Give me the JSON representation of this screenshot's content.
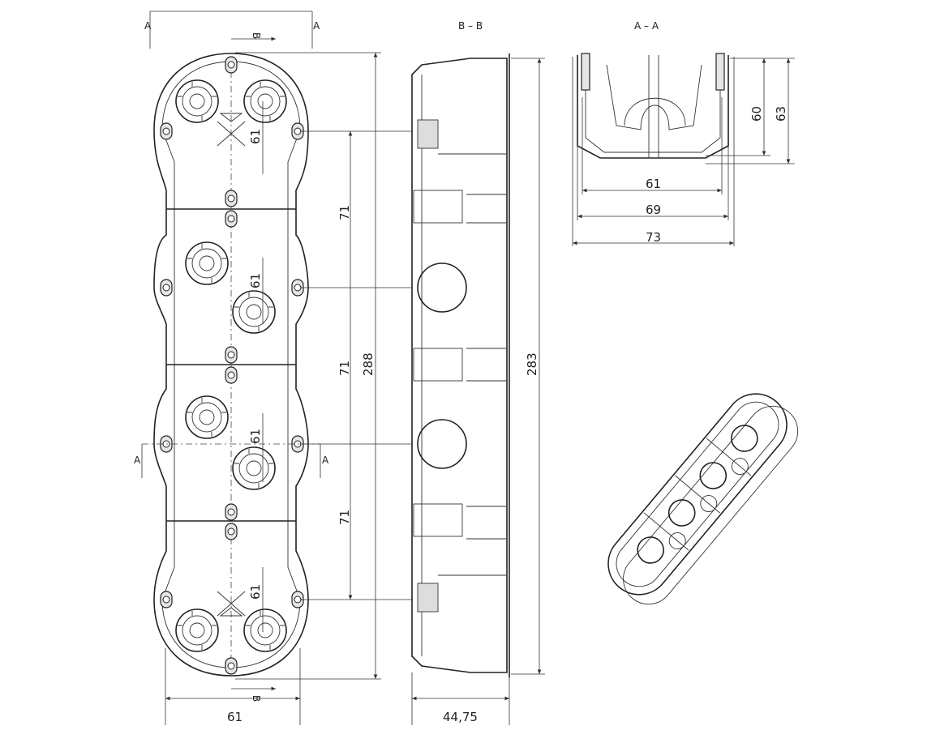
{
  "section_labels": {
    "a_top_left": "A",
    "a_top_right": "A",
    "b_top": "B",
    "b_bottom": "B",
    "a_mid_left": "A",
    "a_mid_right": "A",
    "view_bb": "B – B",
    "view_aa": "A – A"
  },
  "front_view": {
    "socket_pitch_labels": [
      "61",
      "61",
      "61",
      "61"
    ],
    "spacing_labels": [
      "71",
      "71",
      "71"
    ],
    "total_height": "288",
    "width": "61"
  },
  "side_view": {
    "total_height": "283",
    "depth": "44,75"
  },
  "section_aa": {
    "inner_width": "61",
    "mid_width": "69",
    "outer_width": "73",
    "depth_inner": "60",
    "depth_outer": "63"
  }
}
